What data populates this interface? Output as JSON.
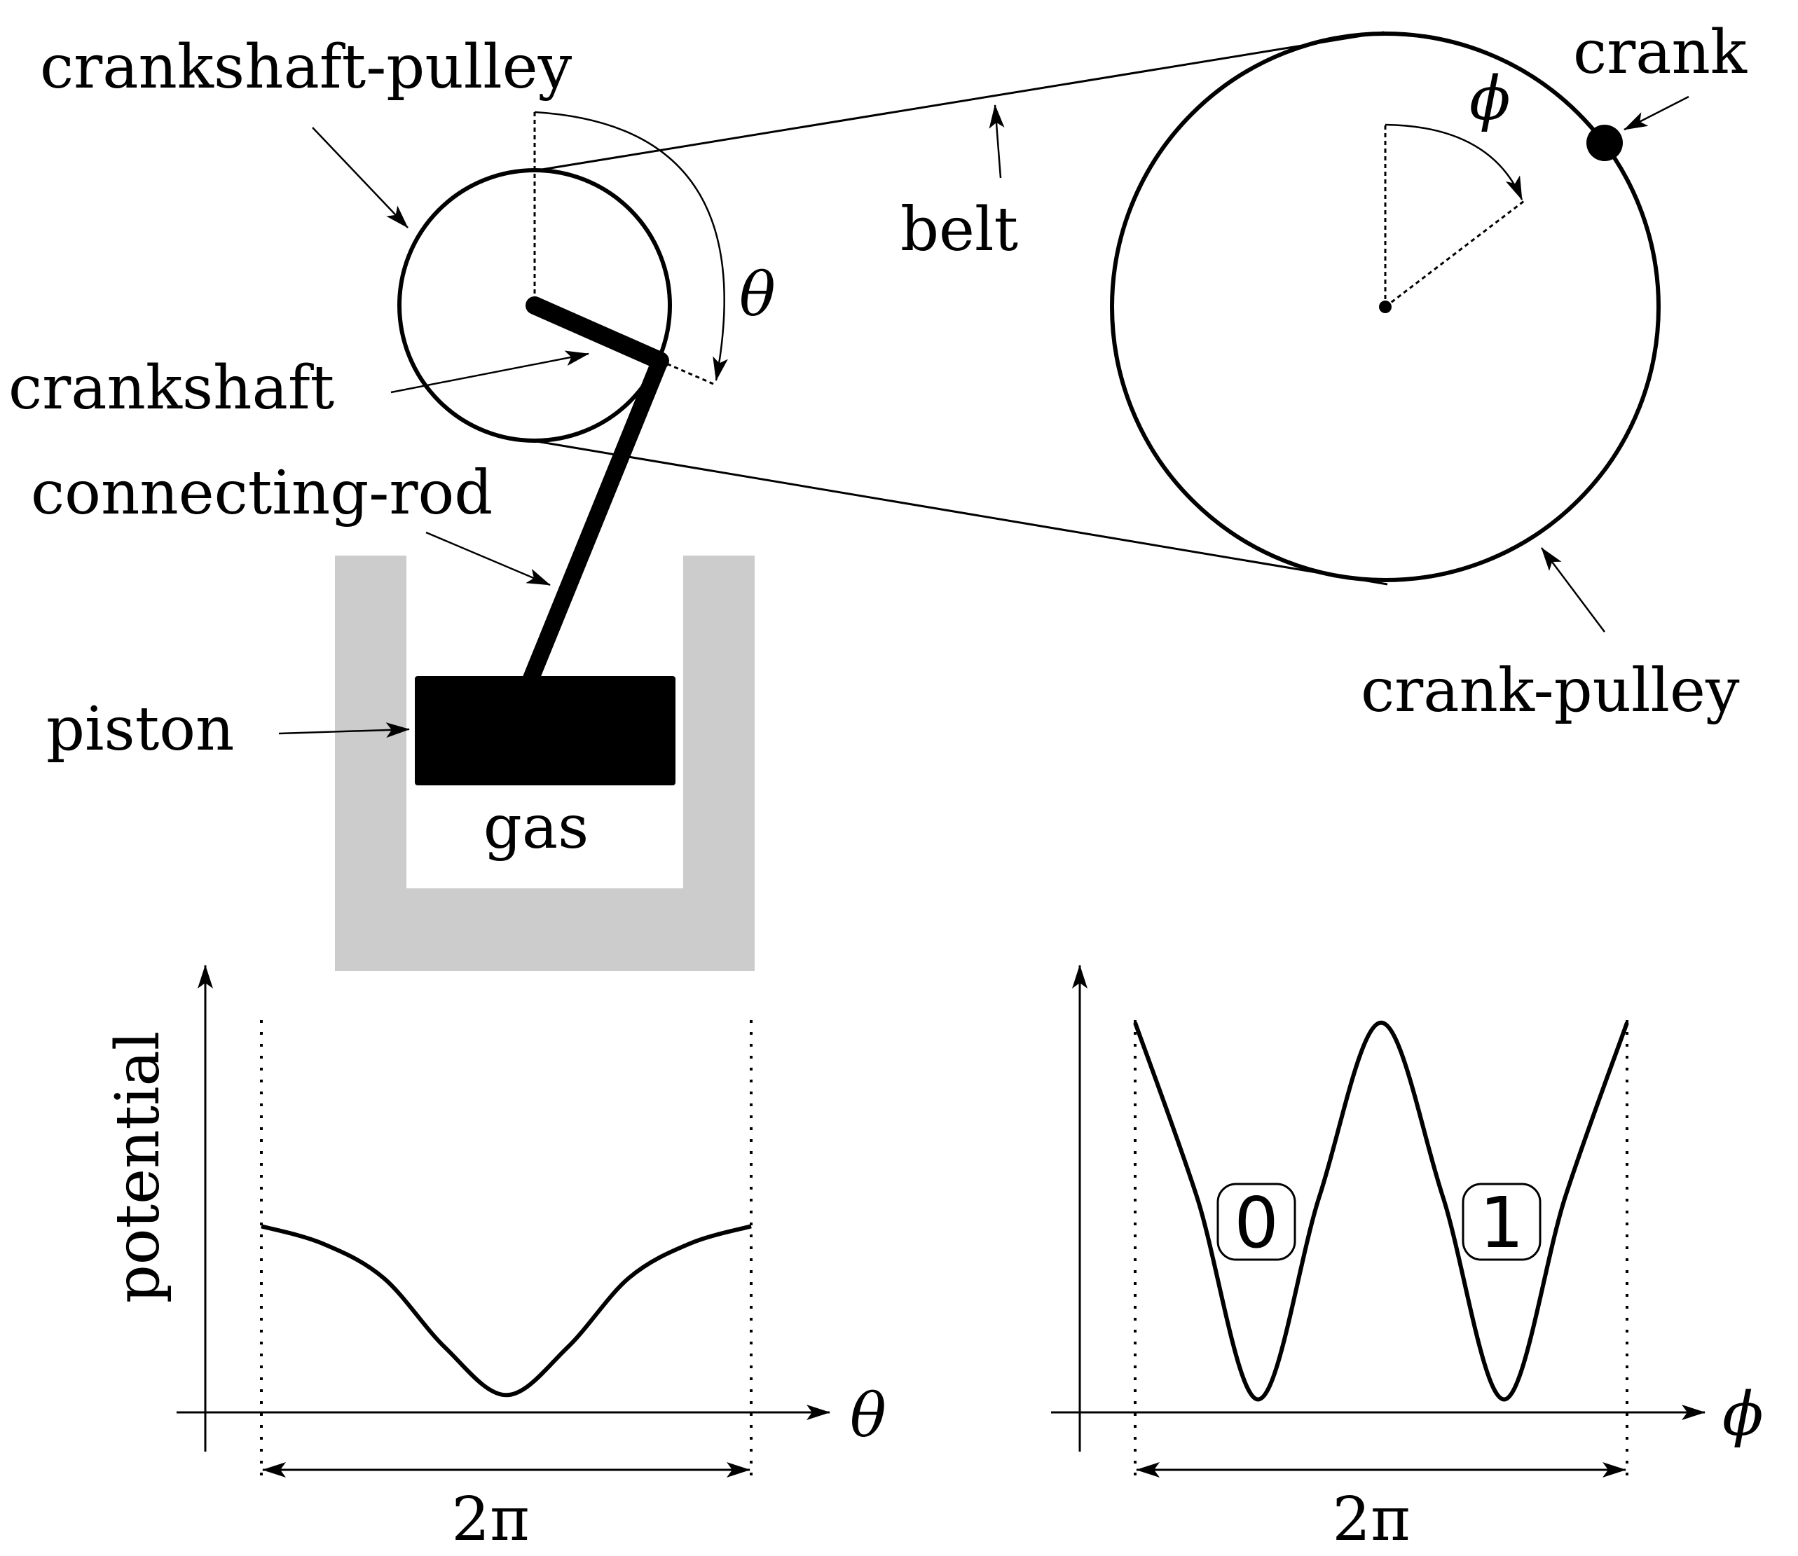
{
  "labels": {
    "crankshaft_pulley": "crankshaft-pulley",
    "crankshaft": "crankshaft",
    "connecting_rod": "connecting-rod",
    "piston": "piston",
    "gas": "gas",
    "belt": "belt",
    "crank": "crank",
    "crank_pulley": "crank-pulley",
    "theta": "θ",
    "phi": "ϕ"
  },
  "chart_data": [
    {
      "type": "line",
      "ylabel": "potential",
      "xlabel": "θ",
      "period_label": "2π",
      "x": [
        0,
        0.785,
        1.571,
        2.356,
        3.142,
        3.927,
        4.712,
        5.498,
        6.283
      ],
      "y": [
        0.43,
        0.39,
        0.31,
        0.15,
        0.04,
        0.15,
        0.31,
        0.39,
        0.43
      ]
    },
    {
      "type": "line",
      "xlabel": "ϕ",
      "period_label": "2π",
      "x": [
        0,
        0.785,
        1.571,
        2.356,
        3.142,
        3.927,
        4.712,
        5.498,
        6.283
      ],
      "y": [
        0.9,
        0.5,
        0.03,
        0.5,
        0.9,
        0.5,
        0.03,
        0.5,
        0.9
      ],
      "well_labels": [
        "0",
        "1"
      ]
    }
  ]
}
